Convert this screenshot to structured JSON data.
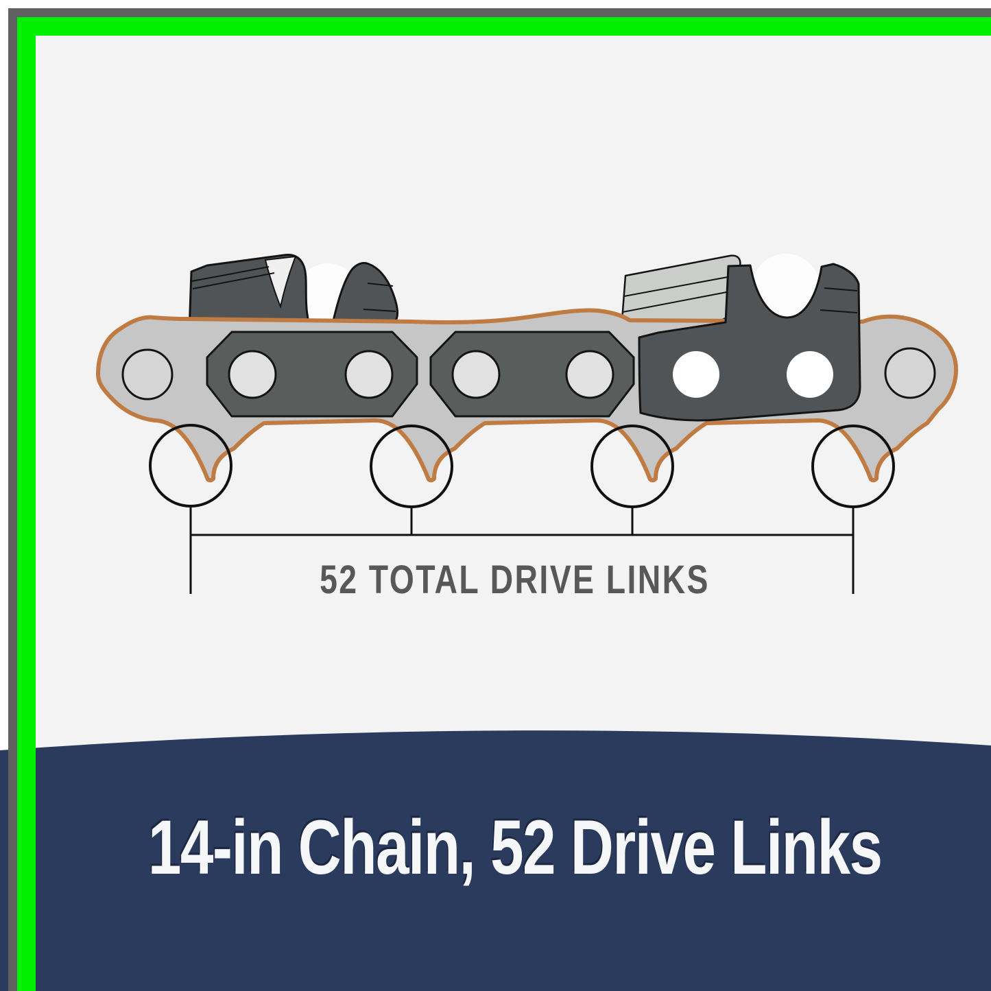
{
  "banner": {
    "title": "14-in Chain, 52 Drive Links",
    "background_color": "#2b3b5e",
    "text_color": "#f5f6f8"
  },
  "callout": {
    "label": "52 TOTAL DRIVE LINKS",
    "text_color": "#58585a",
    "highlighted_links": 4
  },
  "frame": {
    "outer_color": "#616161",
    "accent_color": "#00ef00"
  },
  "chain": {
    "plate_color": "#c5c6c5",
    "outline_color": "#bf7b41",
    "strap_color": "#595d5b",
    "cutter_color": "#505456"
  }
}
